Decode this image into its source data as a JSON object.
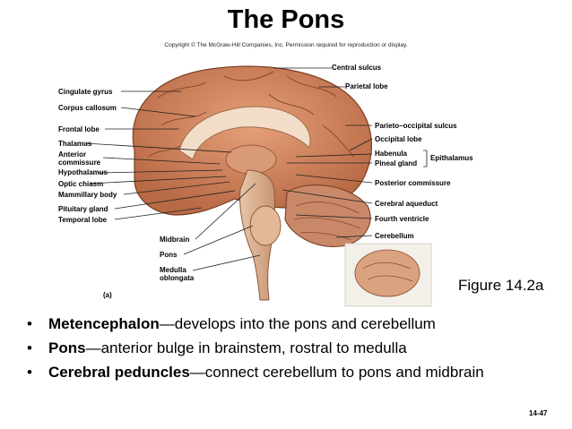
{
  "slide": {
    "title": "The Pons",
    "copyright": "Copyright © The McGraw-Hill Companies, Inc. Permission required for reproduction or display.",
    "figure_label": "Figure 14.2a",
    "panel_label": "(a)",
    "slide_number": "14-47"
  },
  "labels": {
    "central_sulcus": "Central sulcus",
    "parietal_lobe": "Parietal lobe",
    "cingulate_gyrus": "Cingulate gyrus",
    "corpus_callosum": "Corpus callosum",
    "frontal_lobe": "Frontal lobe",
    "thalamus": "Thalamus",
    "anterior_commissure": "Anterior commissure",
    "hypothalamus": "Hypothalamus",
    "optic_chiasm": "Optic chiasm",
    "mammillary_body": "Mammillary body",
    "pituitary_gland": "Pituitary gland",
    "temporal_lobe": "Temporal lobe",
    "parieto_occipital_sulcus": "Parieto–occipital sulcus",
    "occipital_lobe": "Occipital lobe",
    "habenula": "Habenula",
    "pineal_gland": "Pineal gland",
    "epithalamus": "Epithalamus",
    "posterior_commissure": "Posterior commissure",
    "cerebral_aqueduct": "Cerebral aqueduct",
    "fourth_ventricle": "Fourth ventricle",
    "cerebellum": "Cerebellum",
    "midbrain": "Midbrain",
    "pons": "Pons",
    "medulla_oblongata": "Medulla oblongata"
  },
  "bullets": [
    {
      "term": "Metencephalon",
      "text": "—develops into the pons and cerebellum"
    },
    {
      "term": "Pons",
      "text": "—anterior bulge in brainstem, rostral to medulla"
    },
    {
      "term": "Cerebral peduncles",
      "text": "—connect cerebellum to pons and midbrain"
    }
  ]
}
